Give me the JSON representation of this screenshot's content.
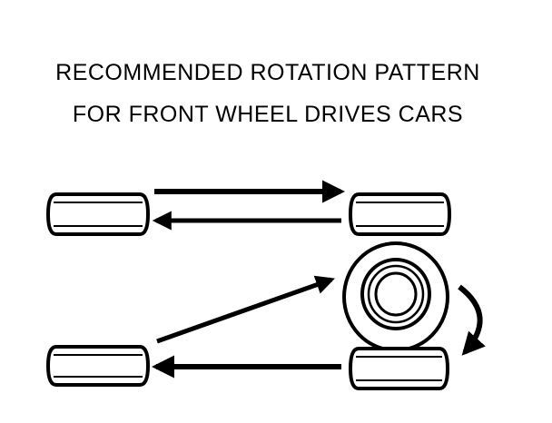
{
  "title": {
    "line1": "RECOMMENDED ROTATION PATTERN",
    "line2": "FOR FRONT WHEEL DRIVES CARS"
  },
  "diagram": {
    "tires": [
      "front-left",
      "front-right",
      "rear-left",
      "rear-right",
      "spare"
    ],
    "moves": [
      {
        "from": "front-left",
        "to": "front-right"
      },
      {
        "from": "front-right",
        "to": "front-left"
      },
      {
        "from": "rear-left",
        "to": "spare"
      },
      {
        "from": "rear-right",
        "to": "rear-left"
      },
      {
        "from": "spare",
        "to": "rear-right"
      }
    ]
  },
  "colors": {
    "ink": "#000000",
    "background": "#ffffff"
  }
}
